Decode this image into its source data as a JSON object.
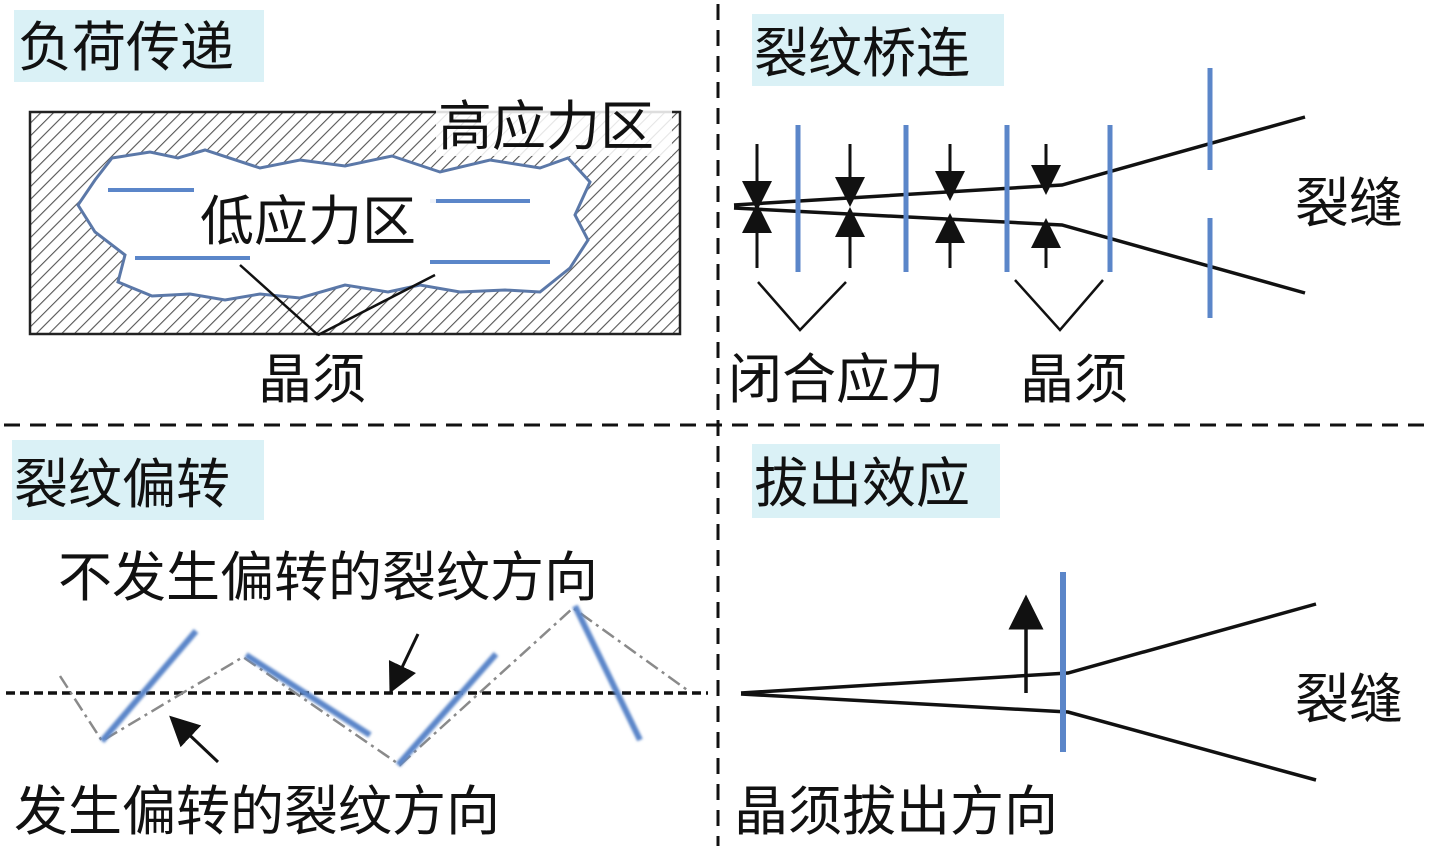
{
  "colors": {
    "whisker": "#5b86c9",
    "whisker_soft": "#a9c0e4",
    "line": "#111111",
    "title_bg": "#daf1f6",
    "hatch": "#555555",
    "dash_gray": "#8a8a8a"
  },
  "panels": {
    "load_transfer": {
      "title": "负荷传递",
      "high_stress": "高应力区",
      "low_stress": "低应力区",
      "whisker": "晶须"
    },
    "crack_bridging": {
      "title": "裂纹桥连",
      "crack": "裂缝",
      "closing_stress": "闭合应力",
      "whisker": "晶须"
    },
    "crack_deflection": {
      "title": "裂纹偏转",
      "undeflected": "不发生偏转的裂纹方向",
      "deflected": "发生偏转的裂纹方向"
    },
    "pull_out": {
      "title": "拔出效应",
      "crack": "裂缝",
      "pull_out_direction": "晶须拔出方向"
    }
  }
}
